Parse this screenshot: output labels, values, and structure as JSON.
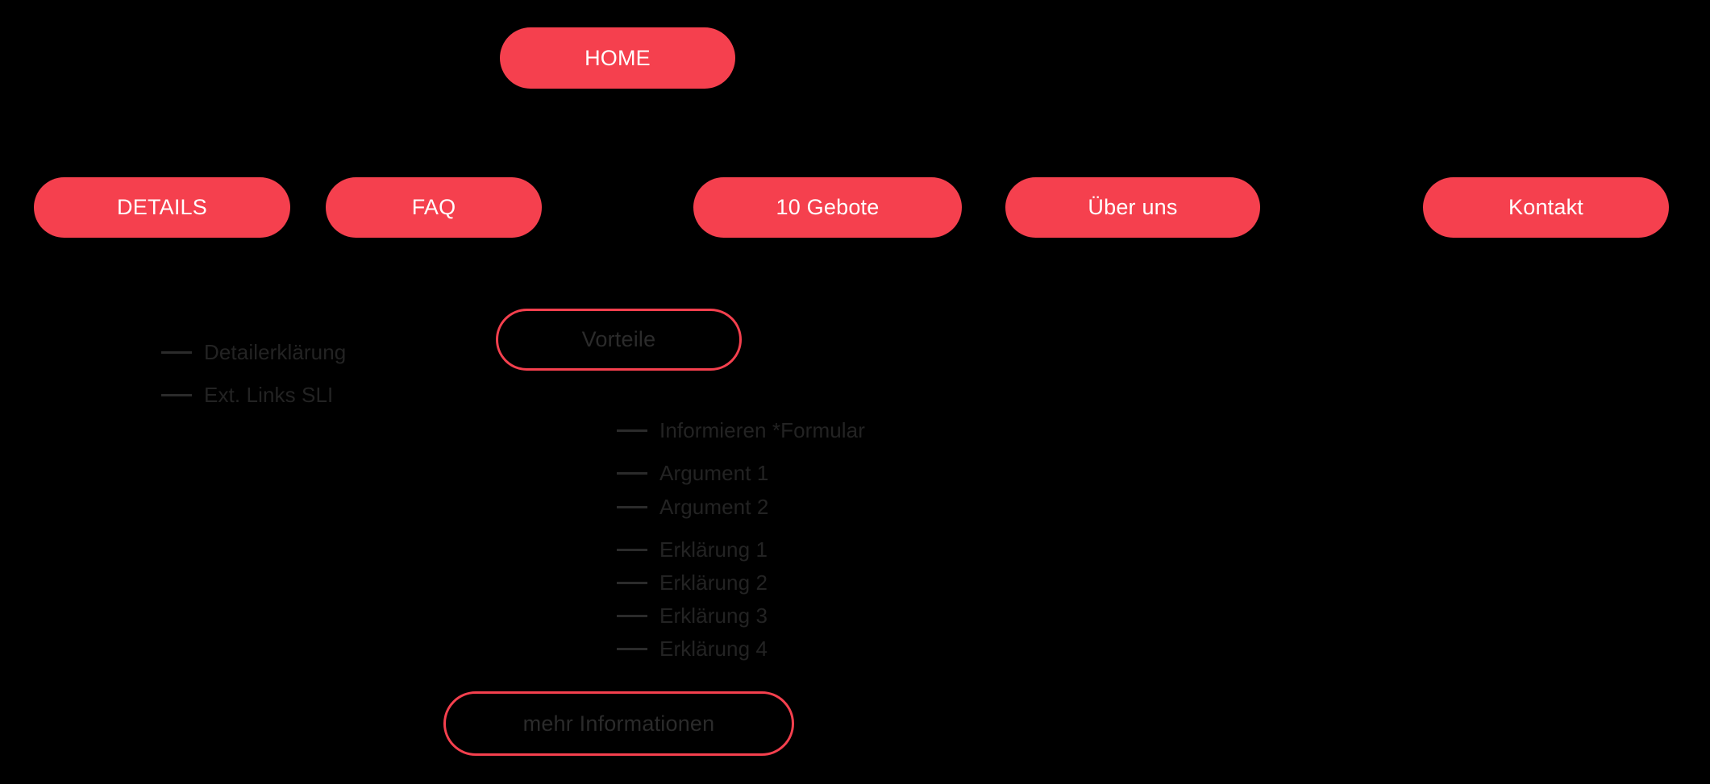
{
  "theme": {
    "background": "#000000",
    "accent": "#f5404e",
    "filled_text": "#ffffff",
    "muted_text": "#232323",
    "dash": "#2b2b2b"
  },
  "nodes": {
    "home": {
      "label": "HOME",
      "style": "filled"
    },
    "details": {
      "label": "DETAILS",
      "style": "filled"
    },
    "faq": {
      "label": "FAQ",
      "style": "filled"
    },
    "gebote": {
      "label": "10 Gebote",
      "style": "filled"
    },
    "ueber_uns": {
      "label": "Über uns",
      "style": "filled"
    },
    "kontakt": {
      "label": "Kontakt",
      "style": "filled"
    },
    "vorteile": {
      "label": "Vorteile",
      "style": "outlined"
    },
    "mehr_informationen": {
      "label": "mehr Informationen",
      "style": "outlined"
    }
  },
  "details_children": [
    {
      "label": "Detailerklärung"
    },
    {
      "label": "Ext. Links SLI"
    }
  ],
  "vorteile_children": [
    {
      "label": "Informieren *Formular"
    },
    {
      "label": "Argument 1"
    },
    {
      "label": "Argument 2"
    },
    {
      "label": "Erklärung 1"
    },
    {
      "label": "Erklärung 2"
    },
    {
      "label": "Erklärung 3"
    },
    {
      "label": "Erklärung 4"
    }
  ]
}
